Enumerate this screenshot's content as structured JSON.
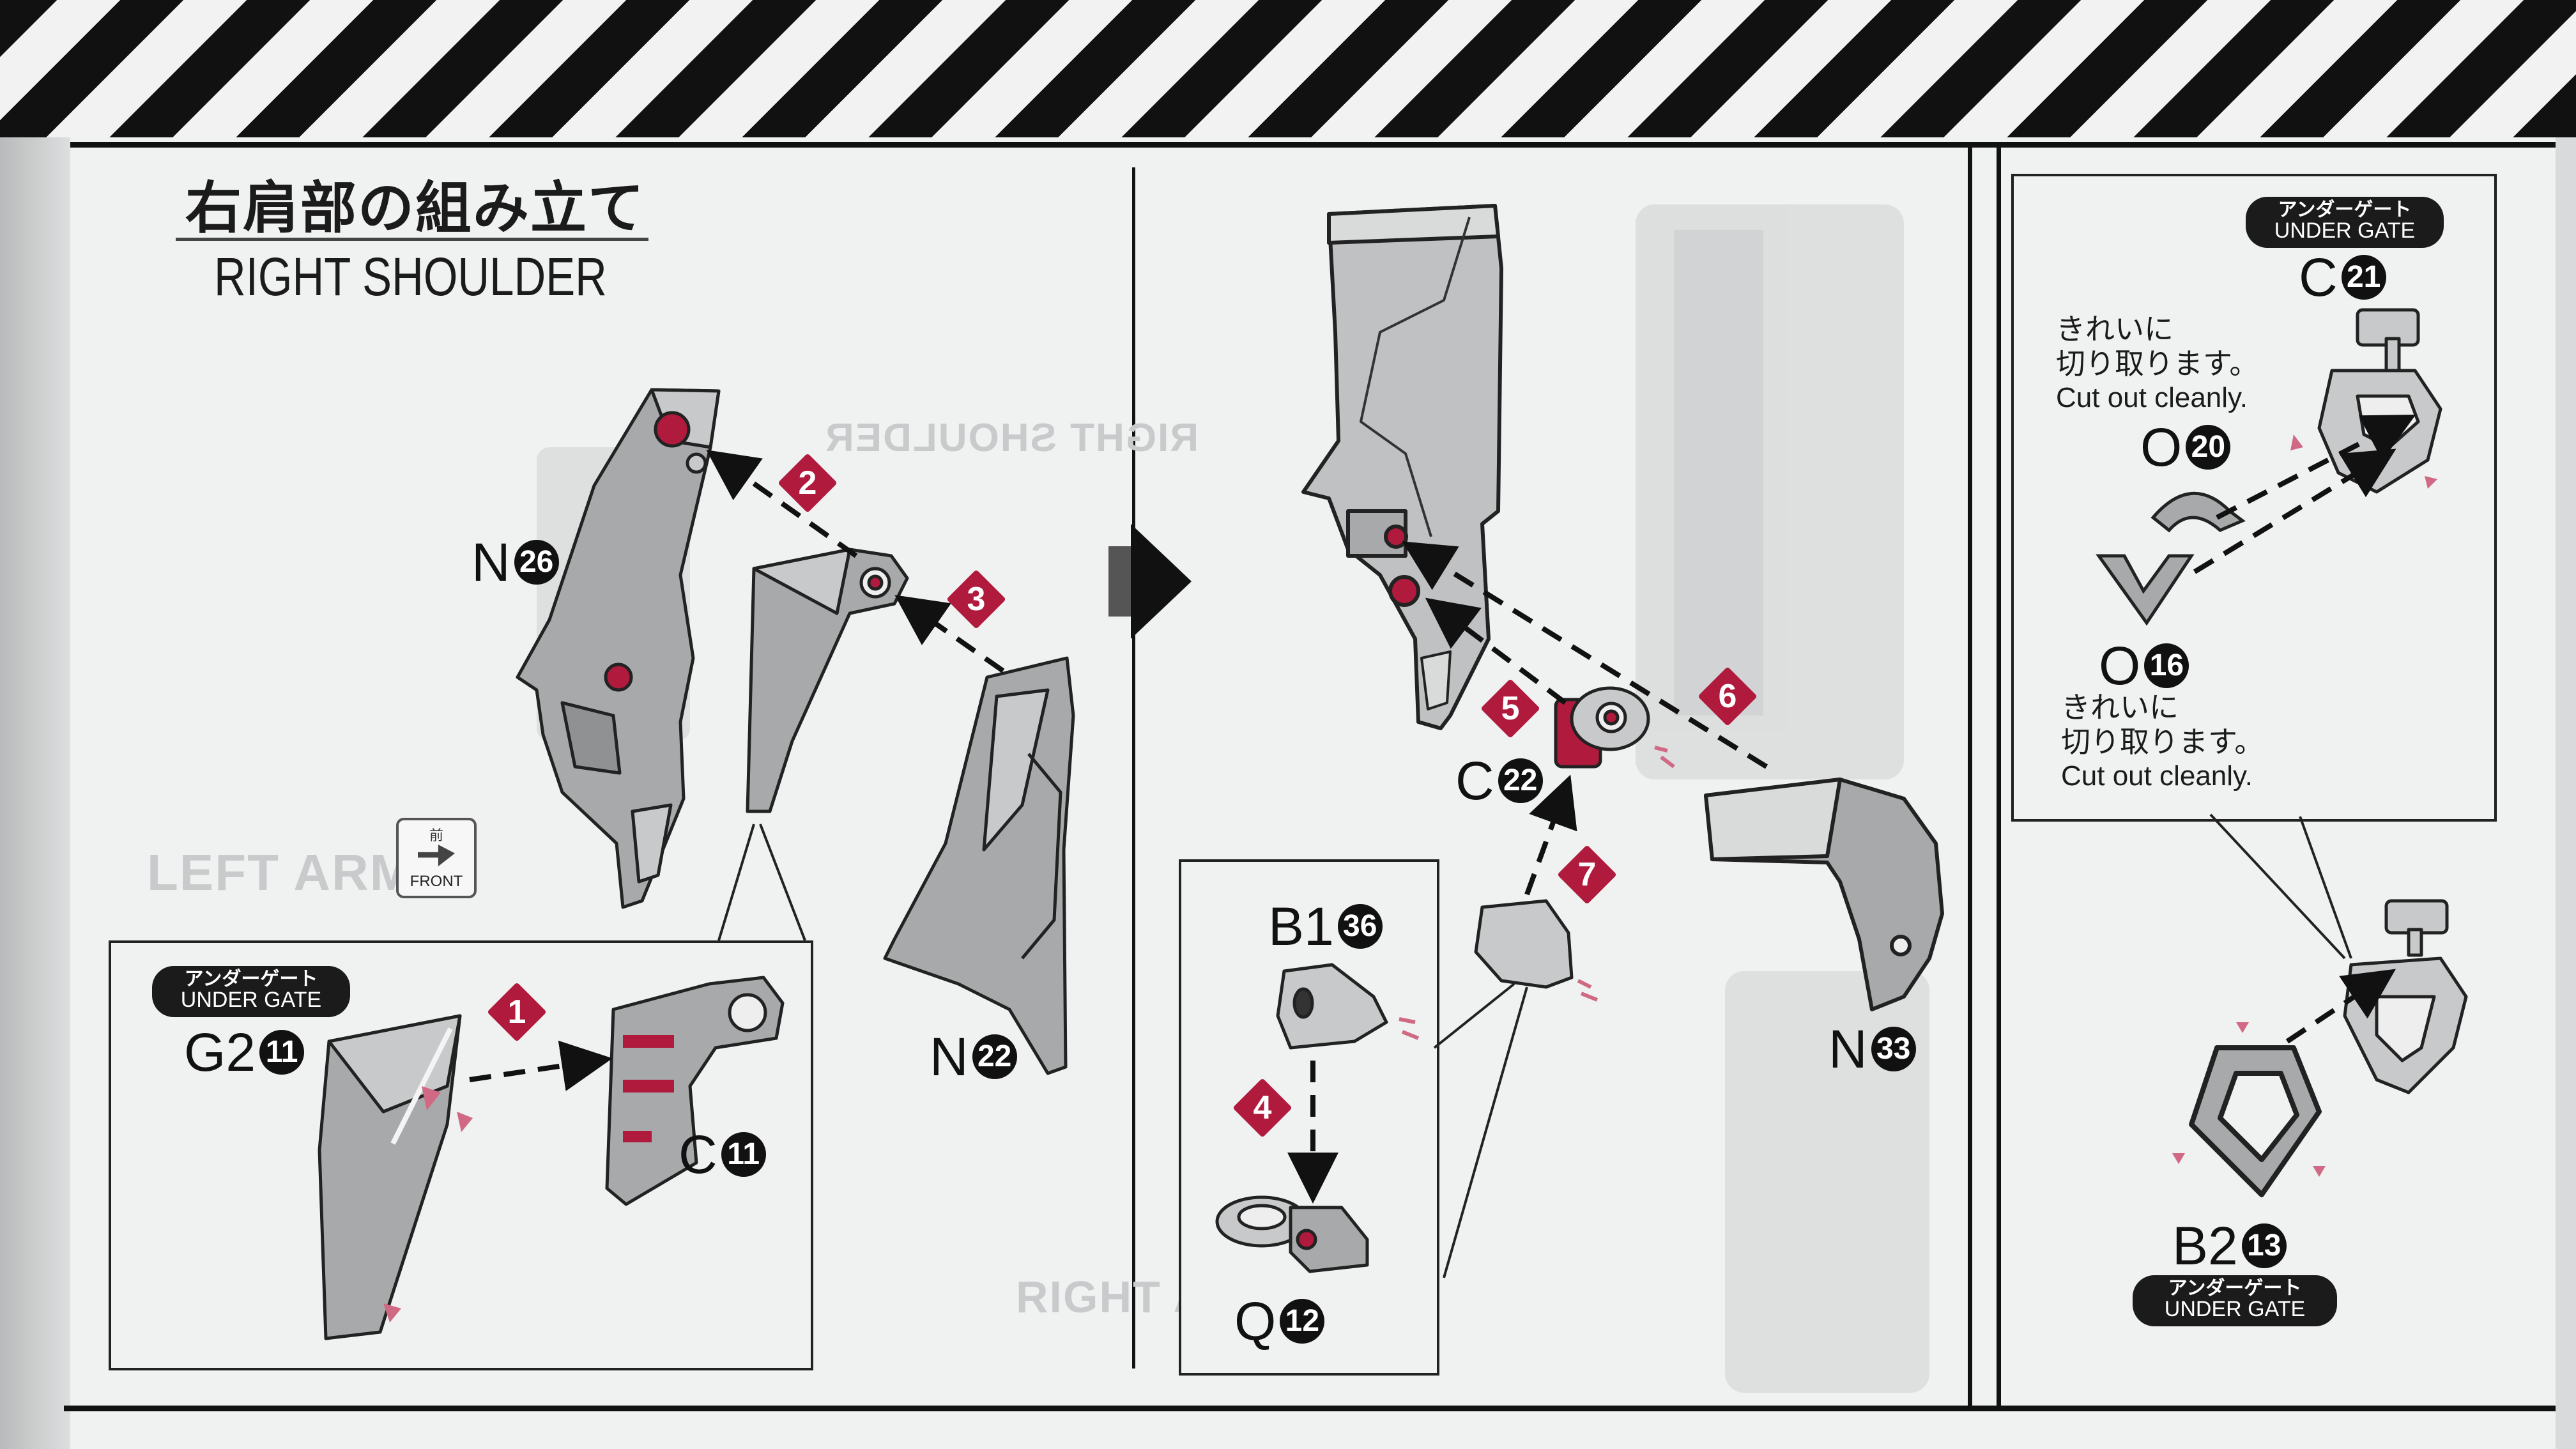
{
  "section": {
    "title_jp": "右肩部の組み立て",
    "title_en": "RIGHT SHOULDER"
  },
  "badges": {
    "under_gate_jp": "アンダーゲート",
    "under_gate_en": "UNDER GATE"
  },
  "front_icon": {
    "jp": "前",
    "en": "FRONT"
  },
  "parts": [
    {
      "letter": "N",
      "number": "26"
    },
    {
      "letter": "N",
      "number": "22"
    },
    {
      "letter": "G2",
      "number": "11"
    },
    {
      "letter": "C",
      "number": "11"
    },
    {
      "letter": "C",
      "number": "22"
    },
    {
      "letter": "N",
      "number": "33"
    },
    {
      "letter": "B1",
      "number": "36"
    },
    {
      "letter": "Q",
      "number": "12"
    },
    {
      "letter": "C",
      "number": "21"
    },
    {
      "letter": "O",
      "number": "20"
    },
    {
      "letter": "O",
      "number": "16"
    },
    {
      "letter": "B2",
      "number": "13"
    }
  ],
  "steps": [
    "1",
    "2",
    "3",
    "4",
    "5",
    "6",
    "7"
  ],
  "notes": [
    {
      "line1": "きれいに",
      "line2": "切り取ります。",
      "line3": "Cut out cleanly."
    },
    {
      "line1": "きれいに",
      "line2": "切り取ります。",
      "line3": "Cut out cleanly."
    }
  ],
  "background_ghost": {
    "left_arm": "LEFT ARM",
    "right_shoulder": "RIGHT SHOULDER",
    "right_arm": "RIGHT ARM"
  },
  "colors": {
    "step_marker": "#b01a3c",
    "stripe_dark": "#111111",
    "stripe_light": "#f2f2f2",
    "part_gray": "#a7a9ab",
    "paper": "#f0f1f1"
  }
}
